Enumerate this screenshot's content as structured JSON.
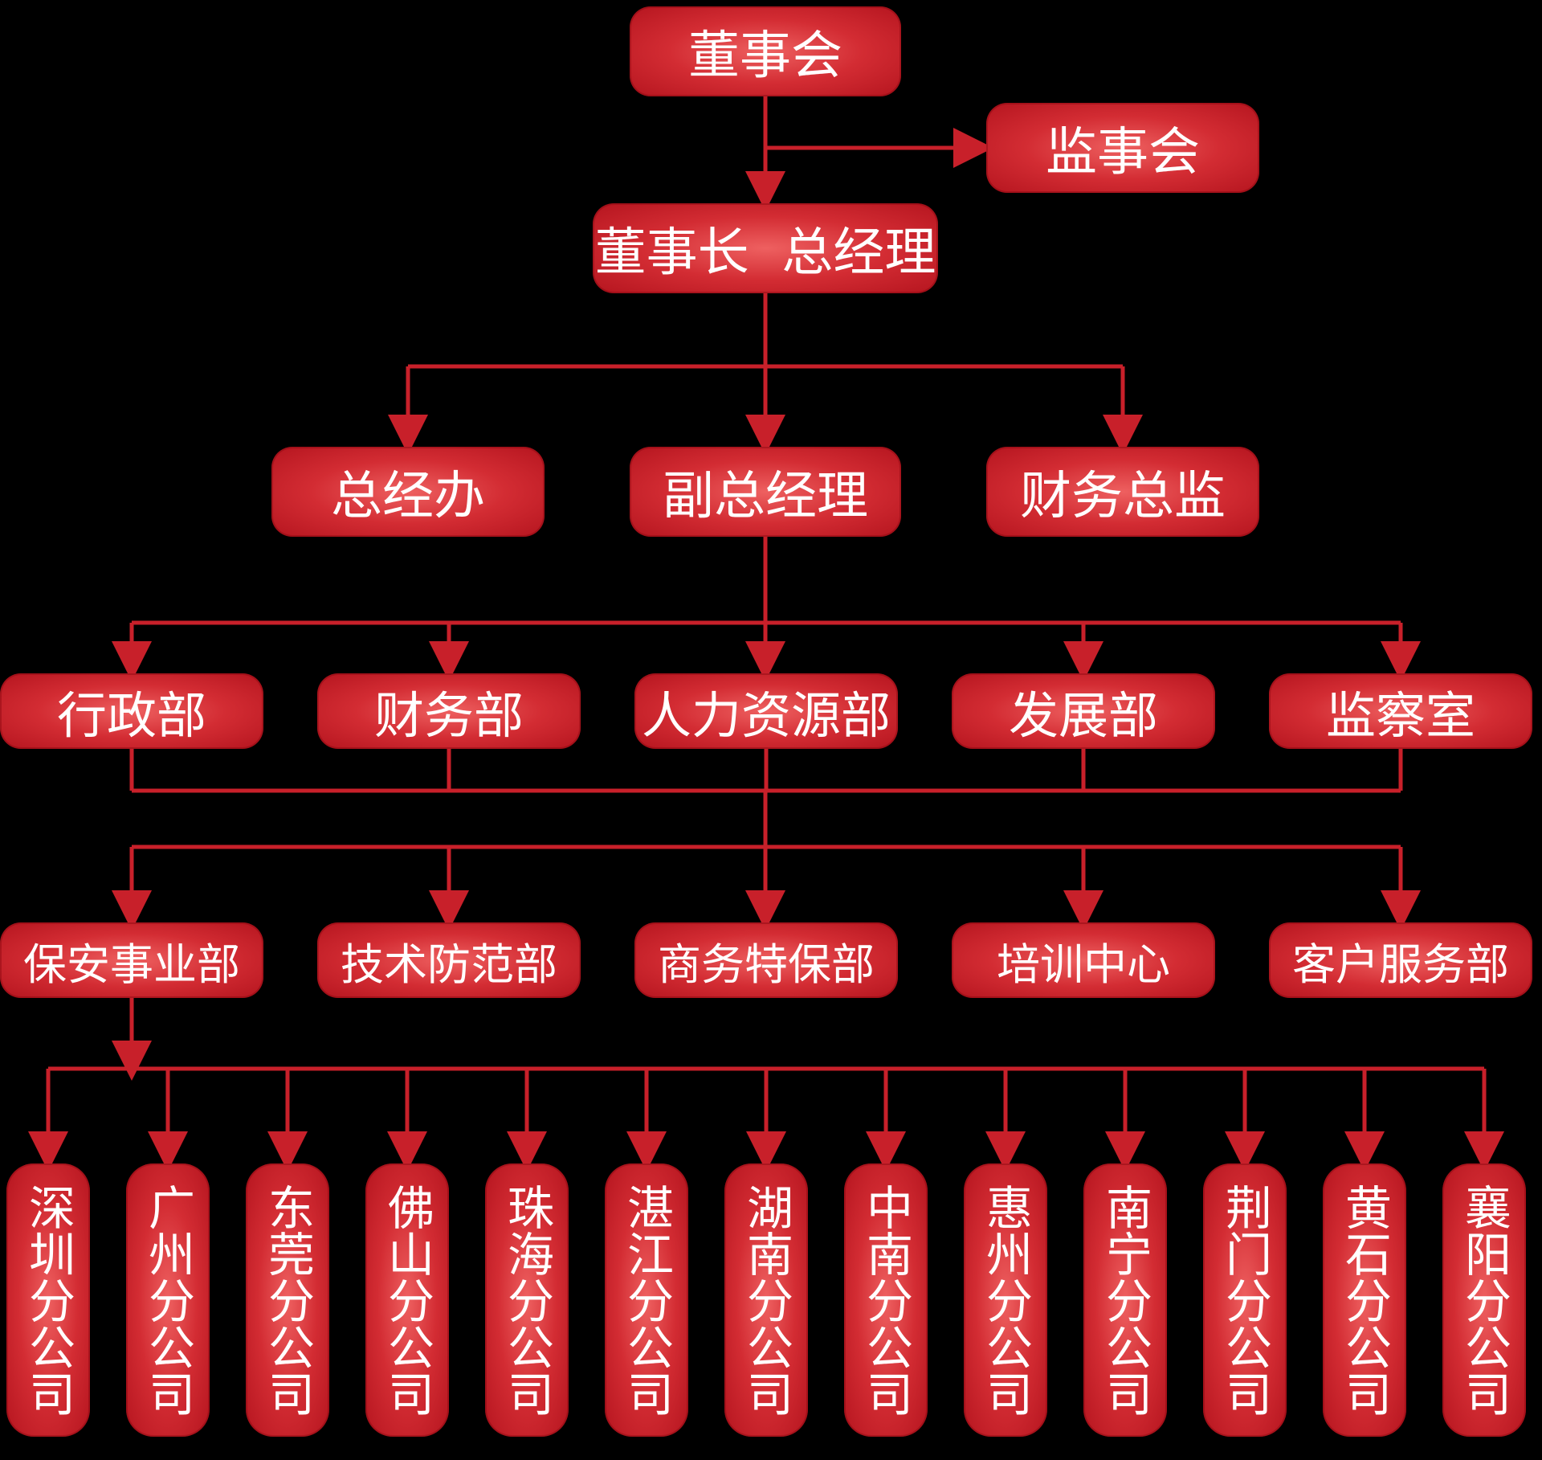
{
  "board": "董事会",
  "supervisors": "监事会",
  "chairman_gm": "董事长  总经理",
  "level3": [
    "总经办",
    "副总经理",
    "财务总监"
  ],
  "departments": [
    "行政部",
    "财务部",
    "人力资源部",
    "发展部",
    "监察室"
  ],
  "units": [
    "保安事业部",
    "技术防范部",
    "商务特保部",
    "培训中心",
    "客户服务部"
  ],
  "branches": [
    "深圳分公司",
    "广州分公司",
    "东莞分公司",
    "佛山分公司",
    "珠海分公司",
    "湛江分公司",
    "湖南分公司",
    "中南分公司",
    "惠州分公司",
    "南宁分公司",
    "荆门分公司",
    "黄石分公司",
    "襄阳分公司"
  ],
  "colors": {
    "box": "#d32c33",
    "line": "#c8202a",
    "background": "#000000"
  }
}
